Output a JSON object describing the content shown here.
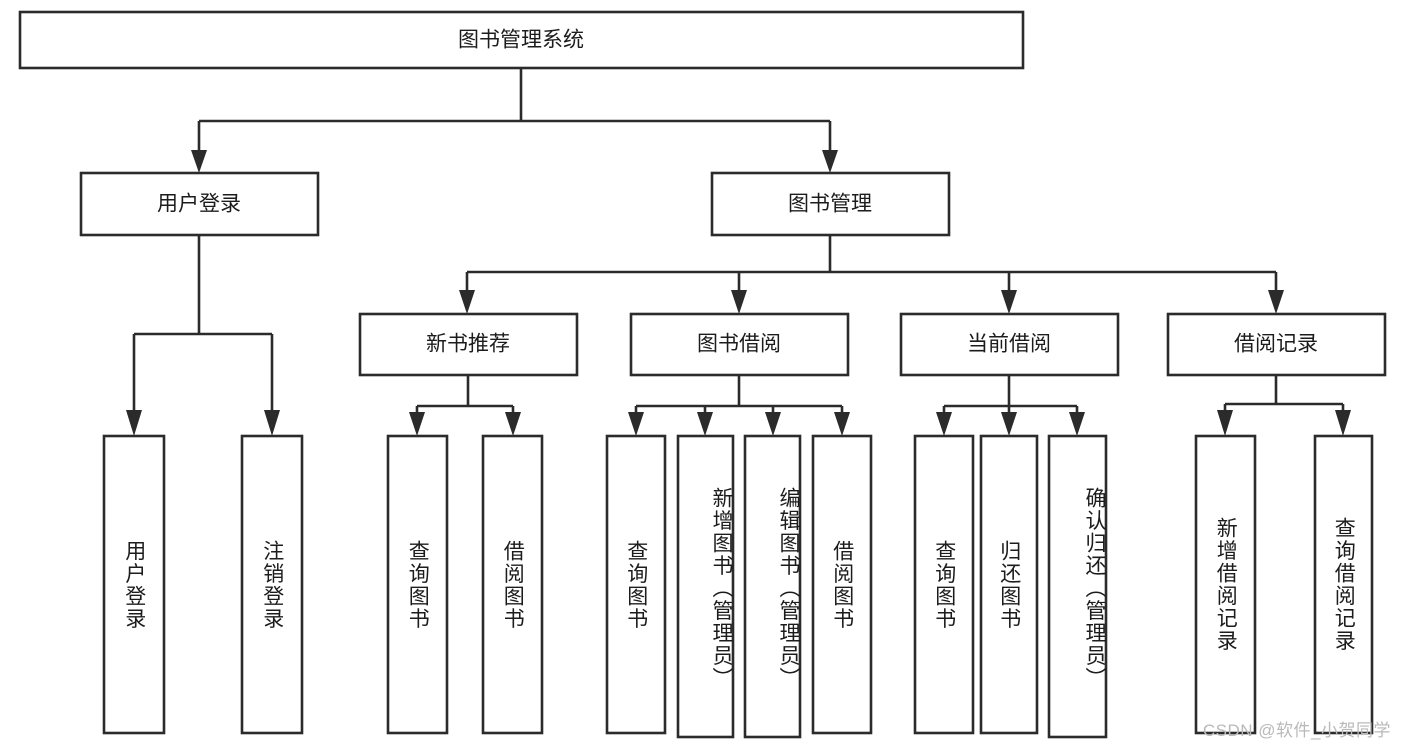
{
  "diagram": {
    "title": "图书管理系统",
    "type": "tree",
    "root": {
      "id": "root",
      "label": "图书管理系统",
      "orientation": "horizontal"
    },
    "level2": [
      {
        "id": "user-login",
        "label": "用户登录",
        "orientation": "horizontal"
      },
      {
        "id": "book-management",
        "label": "图书管理",
        "orientation": "horizontal"
      }
    ],
    "level3": [
      {
        "id": "new-book-recommend",
        "label": "新书推荐",
        "parent": "book-management",
        "orientation": "horizontal"
      },
      {
        "id": "book-borrow",
        "label": "图书借阅",
        "parent": "book-management",
        "orientation": "horizontal"
      },
      {
        "id": "current-borrow",
        "label": "当前借阅",
        "parent": "book-management",
        "orientation": "horizontal"
      },
      {
        "id": "borrow-record",
        "label": "借阅记录",
        "parent": "book-management",
        "orientation": "horizontal"
      }
    ],
    "leaves": [
      {
        "id": "leaf-user-login",
        "label": "用户登录",
        "parent": "user-login",
        "orientation": "vertical"
      },
      {
        "id": "leaf-logout-login",
        "label": "注销登录",
        "parent": "user-login",
        "orientation": "vertical"
      },
      {
        "id": "leaf-query-book-rec",
        "label": "查询图书",
        "parent": "new-book-recommend",
        "orientation": "vertical"
      },
      {
        "id": "leaf-borrow-book-rec",
        "label": "借阅图书",
        "parent": "new-book-recommend",
        "orientation": "vertical"
      },
      {
        "id": "leaf-query-book-borrow",
        "label": "查询图书",
        "parent": "book-borrow",
        "orientation": "vertical"
      },
      {
        "id": "leaf-add-book-admin",
        "label": "新增图书（管理员）",
        "parent": "book-borrow",
        "orientation": "vertical"
      },
      {
        "id": "leaf-edit-book-admin",
        "label": "编辑图书（管理员）",
        "parent": "book-borrow",
        "orientation": "vertical"
      },
      {
        "id": "leaf-borrow-book",
        "label": "借阅图书",
        "parent": "book-borrow",
        "orientation": "vertical"
      },
      {
        "id": "leaf-query-book-current",
        "label": "查询图书",
        "parent": "current-borrow",
        "orientation": "vertical"
      },
      {
        "id": "leaf-return-book",
        "label": "归还图书",
        "parent": "current-borrow",
        "orientation": "vertical"
      },
      {
        "id": "leaf-confirm-return-admin",
        "label": "确认归还（管理员）",
        "parent": "current-borrow",
        "orientation": "vertical"
      },
      {
        "id": "leaf-add-borrow-record",
        "label": "新增借阅记录",
        "parent": "borrow-record",
        "orientation": "vertical"
      },
      {
        "id": "leaf-query-borrow-record",
        "label": "查询借阅记录",
        "parent": "borrow-record",
        "orientation": "vertical"
      }
    ],
    "colors": {
      "box_fill": "#ffffff",
      "box_stroke": "#2b2b2b",
      "text": "#1c1c1c",
      "background": "#ffffff",
      "watermark": "#b9b9b9"
    }
  },
  "watermark": {
    "text": "CSDN @软件_小贺同学"
  }
}
